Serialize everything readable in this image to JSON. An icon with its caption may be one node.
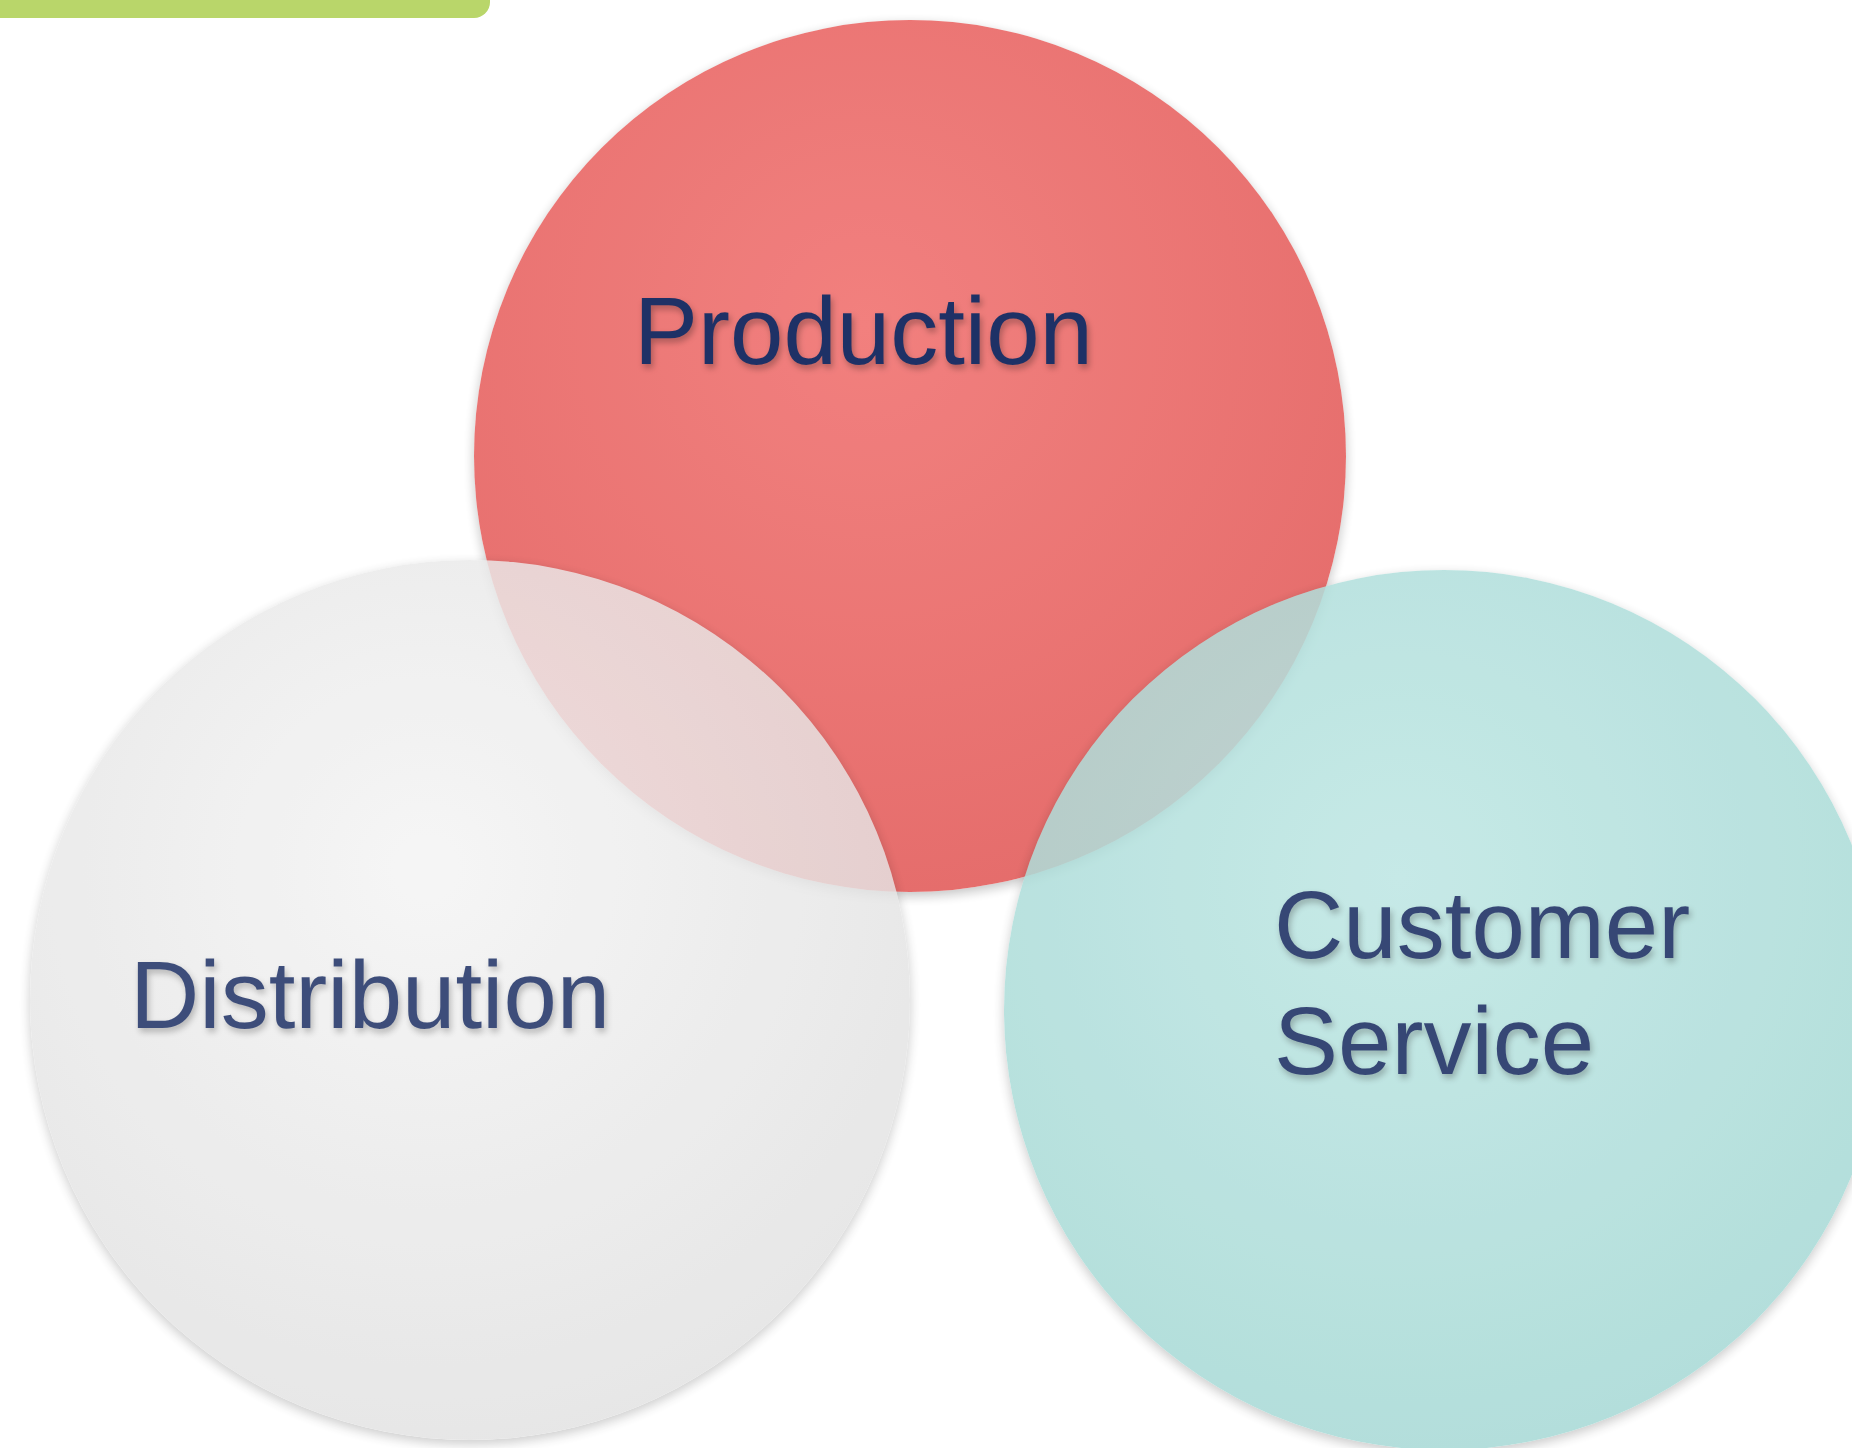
{
  "diagram": {
    "nodes": [
      {
        "text": [
          "Production"
        ]
      },
      {
        "text": [
          "Distribution"
        ]
      },
      {
        "text": [
          "Customer Service"
        ]
      }
    ]
  }
}
